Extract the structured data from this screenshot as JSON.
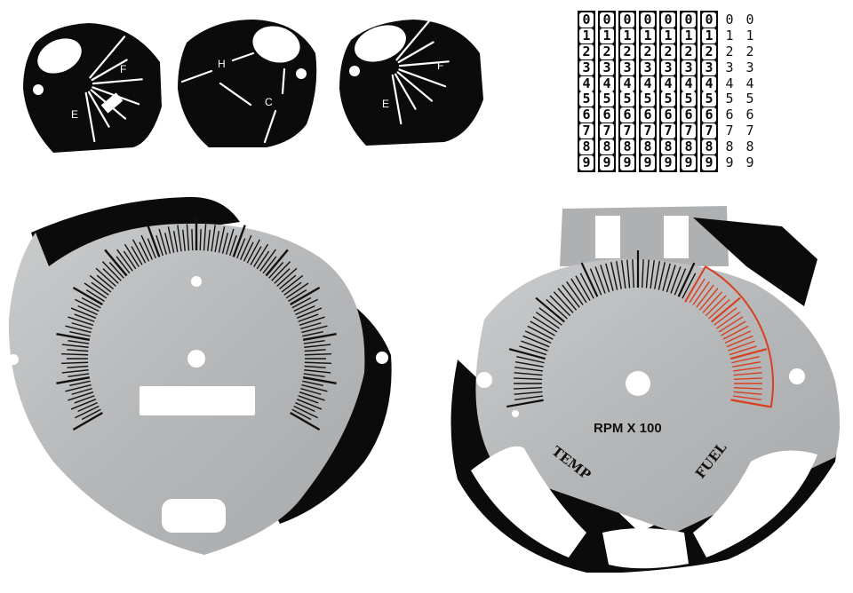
{
  "fuel_gauge_left": {
    "label_full": "F",
    "label_empty": "E"
  },
  "temp_gauge": {
    "label_hot": "H",
    "label_cold": "C"
  },
  "fuel_gauge_right": {
    "label_full": "F",
    "label_empty": "E"
  },
  "odometer_strips": {
    "digits": [
      "0",
      "1",
      "2",
      "3",
      "4",
      "5",
      "6",
      "7",
      "8",
      "9"
    ],
    "black_count": 7,
    "white_count": 2
  },
  "tachometer": {
    "unit_label": "RPM X 100",
    "label_temp": "TEMP",
    "label_fuel": "FUEL",
    "redline_color": "#d7401f"
  },
  "colors": {
    "face_silver": "#b9bbbd",
    "panel_black": "#0b0b0b"
  }
}
